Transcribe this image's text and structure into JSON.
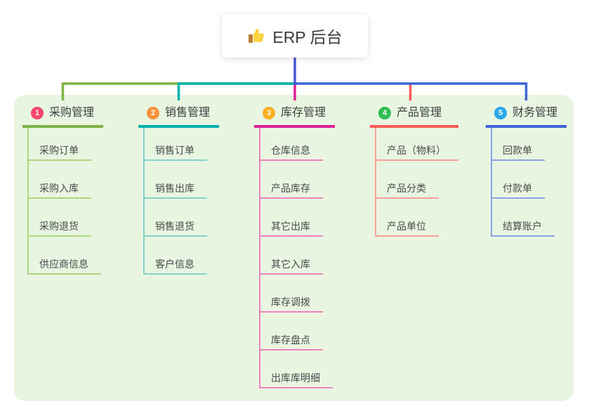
{
  "root": {
    "label": "ERP 后台",
    "icon": "thumbs-up-icon"
  },
  "theme": {
    "canvas_bg": "#ffffff",
    "panel_bg": "#e7f5e1",
    "root_connector": "#4a58d8",
    "topic_text": "#3d3d3d",
    "child_text": "#4a4a4a"
  },
  "branches": [
    {
      "badge": "1",
      "title": "采购管理",
      "badge_color": "#f4496d",
      "line_color": "#7cb342",
      "child_line_color": "#abd77f",
      "children": [
        "采购订单",
        "采购入库",
        "采购退货",
        "供应商信息"
      ]
    },
    {
      "badge": "2",
      "title": "销售管理",
      "badge_color": "#fd9238",
      "line_color": "#00b1ad",
      "child_line_color": "#82d3c8",
      "children": [
        "销售订单",
        "销售出库",
        "销售退货",
        "客户信息"
      ]
    },
    {
      "badge": "3",
      "title": "库存管理",
      "badge_color": "#ffad21",
      "line_color": "#dd2095",
      "child_line_color": "#ef82bf",
      "children": [
        "仓库信息",
        "产品库存",
        "其它出库",
        "其它入库",
        "库存调拨",
        "库存盘点",
        "出库库明细"
      ]
    },
    {
      "badge": "4",
      "title": "产品管理",
      "badge_color": "#2fbd55",
      "line_color": "#f85a56",
      "child_line_color": "#f9a09c",
      "children": [
        "产品（物料）",
        "产品分类",
        "产品单位"
      ]
    },
    {
      "badge": "5",
      "title": "财务管理",
      "badge_color": "#2aa7eb",
      "line_color": "#3e63d7",
      "child_line_color": "#8ba3e3",
      "children": [
        "回款单",
        "付款单",
        "结算账户"
      ]
    }
  ]
}
